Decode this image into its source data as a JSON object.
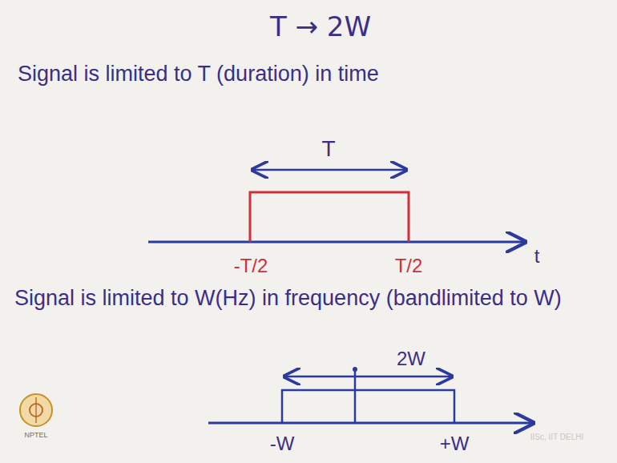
{
  "diagram": {
    "title": "T → 2W",
    "labels": [
      "Signal is limited to T (duration) in time",
      "T",
      "-T/2",
      "T/2",
      "t",
      "Signal is limited to W(Hz) in frequency (bandlimited to W)",
      "2W",
      "-W",
      "+W",
      "NPTEL",
      "IISc, IIT DELHI"
    ]
  }
}
